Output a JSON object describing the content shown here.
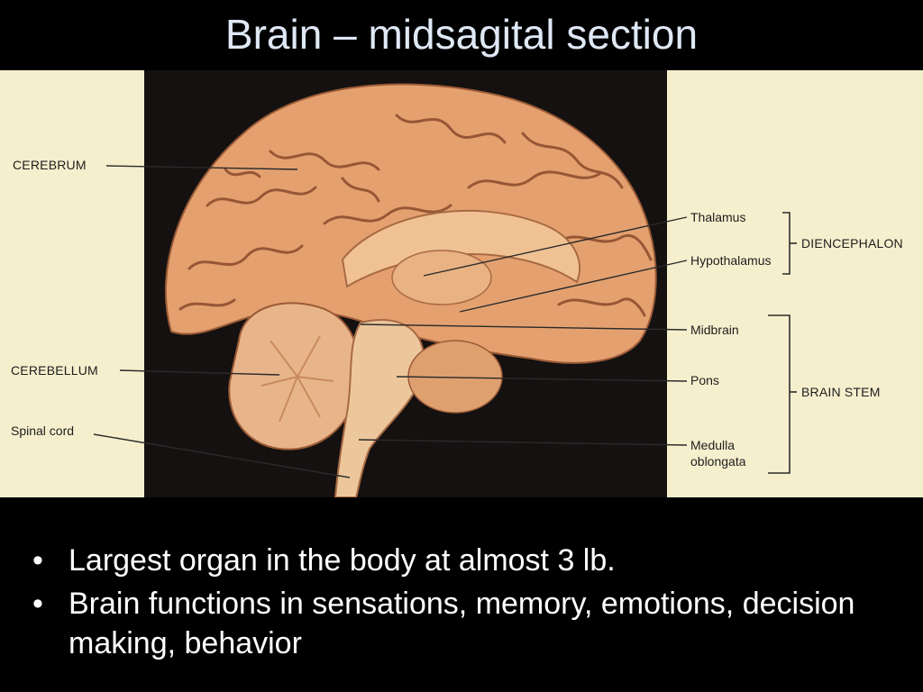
{
  "slide": {
    "title": "Brain – midsagital section"
  },
  "figure": {
    "labels": {
      "cerebrum": "CEREBRUM",
      "cerebellum": "CEREBELLUM",
      "spinal_cord": "Spinal cord",
      "thalamus": "Thalamus",
      "hypothalamus": "Hypothalamus",
      "midbrain": "Midbrain",
      "pons": "Pons",
      "medulla_line1": "Medulla",
      "medulla_line2": "oblongata"
    },
    "groups": {
      "diencephalon": "DIENCEPHALON",
      "brain_stem": "BRAIN STEM"
    },
    "colors": {
      "panel_background": "#f6efce",
      "photo_background": "#141110",
      "brain_tissue": "#e4a16f",
      "gyri_lines": "#8a4a2c",
      "leader_lines": "#2a2a2a"
    }
  },
  "bullets": [
    {
      "marker": "•",
      "text": "Largest organ in the body at almost 3 lb."
    },
    {
      "marker": "•",
      "text": "Brain functions in sensations, memory, emotions, decision making, behavior"
    }
  ]
}
